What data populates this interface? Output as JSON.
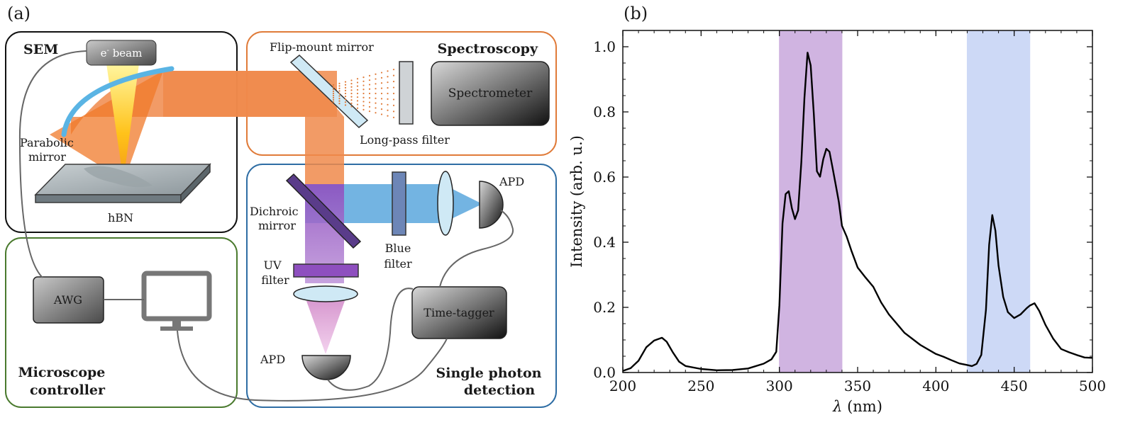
{
  "panel_a": {
    "label": "(a)",
    "sem": {
      "title": "SEM",
      "ebeam": "e- beam",
      "ebeam_main": "e",
      "ebeam_sup": "-",
      "ebeam_rest": " beam",
      "parabolic_line1": "Parabolic",
      "parabolic_line2": "mirror",
      "sample": "hBN"
    },
    "spectroscopy": {
      "title": "Spectroscopy",
      "flip_mirror": "Flip-mount mirror",
      "long_pass": "Long-pass filter",
      "spectrometer": "Spectrometer"
    },
    "single_photon": {
      "title_line1": "Single photon",
      "title_line2": "detection",
      "apd_top": "APD",
      "apd_bottom": "APD",
      "dichroic_line1": "Dichroic",
      "dichroic_line2": "mirror",
      "blue_filter_line1": "Blue",
      "blue_filter_line2": "filter",
      "uv_filter_line1": "UV",
      "uv_filter_line2": "filter",
      "time_tagger": "Time-tagger"
    },
    "controller": {
      "title_line1": "Microscope",
      "title_line2": "controller",
      "awg": "AWG"
    },
    "colors": {
      "sem_border": "#111111",
      "spectroscopy": "#e07b39",
      "single_photon": "#2e6da4",
      "controller": "#4a7a2e",
      "beam_orange": "#f08a4b",
      "beam_blue": "#5aa7dd",
      "beam_purple": "#9d5ec6",
      "beam_pink": "#e2a6d9",
      "mirror_light": "#cfe9f5"
    }
  },
  "panel_b": {
    "label": "(b)"
  },
  "chart_data": {
    "type": "line",
    "xlabel_var": "λ",
    "xlabel_unit": "(nm)",
    "ylabel": "Intensity (arb. u.)",
    "xlim": [
      200,
      500
    ],
    "ylim": [
      0,
      1.05
    ],
    "xticks": [
      "200",
      "250",
      "300",
      "350",
      "400",
      "450",
      "500"
    ],
    "yticks": [
      "0.0",
      "0.2",
      "0.4",
      "0.6",
      "0.8",
      "1.0"
    ],
    "shaded_bands": [
      {
        "x": [
          300,
          340
        ],
        "color": "#c8a8dc"
      },
      {
        "x": [
          420,
          460
        ],
        "color": "#c5d3f5"
      }
    ],
    "series": [
      {
        "color": "#000000",
        "x": [
          200,
          205,
          210,
          215,
          220,
          225,
          228,
          232,
          236,
          240,
          250,
          260,
          270,
          280,
          290,
          295,
          298,
          300,
          302,
          304,
          306,
          308,
          310,
          312,
          314,
          316,
          318,
          320,
          322,
          324,
          326,
          328,
          330,
          332,
          334,
          336,
          338,
          340,
          343,
          346,
          350,
          355,
          360,
          365,
          370,
          380,
          390,
          400,
          405,
          410,
          415,
          420,
          423,
          426,
          429,
          432,
          434,
          436,
          438,
          440,
          443,
          446,
          450,
          454,
          458,
          460,
          463,
          466,
          470,
          475,
          480,
          485,
          490,
          495,
          500
        ],
        "y": [
          0.005,
          0.01,
          0.03,
          0.07,
          0.09,
          0.1,
          0.09,
          0.06,
          0.035,
          0.025,
          0.018,
          0.015,
          0.015,
          0.018,
          0.03,
          0.04,
          0.06,
          0.2,
          0.45,
          0.54,
          0.55,
          0.5,
          0.47,
          0.5,
          0.65,
          0.85,
          0.99,
          0.95,
          0.8,
          0.62,
          0.6,
          0.65,
          0.68,
          0.67,
          0.62,
          0.57,
          0.52,
          0.45,
          0.42,
          0.38,
          0.33,
          0.3,
          0.27,
          0.22,
          0.18,
          0.12,
          0.08,
          0.05,
          0.04,
          0.03,
          0.022,
          0.02,
          0.02,
          0.03,
          0.06,
          0.2,
          0.4,
          0.49,
          0.44,
          0.33,
          0.23,
          0.18,
          0.16,
          0.17,
          0.19,
          0.2,
          0.21,
          0.19,
          0.15,
          0.11,
          0.08,
          0.07,
          0.06,
          0.05,
          0.045
        ]
      }
    ]
  }
}
